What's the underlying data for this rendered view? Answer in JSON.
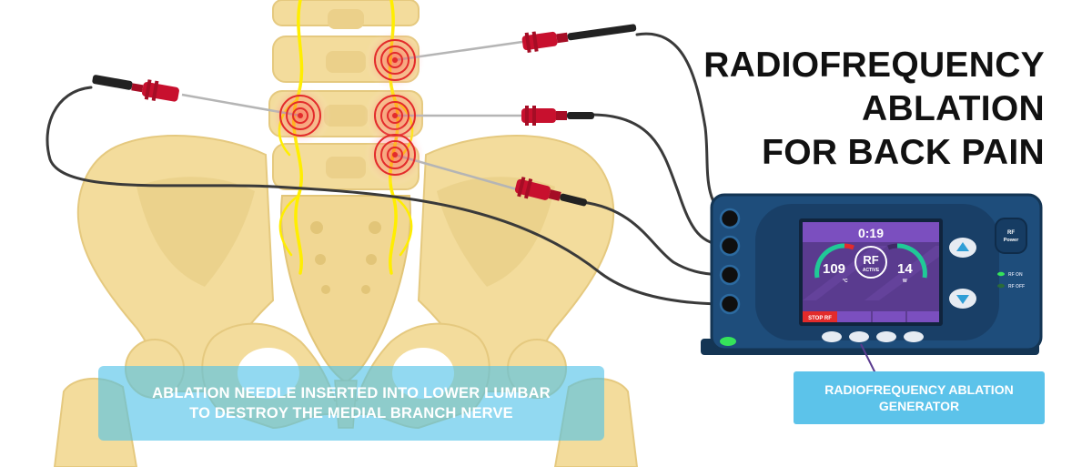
{
  "title": {
    "lines": [
      "RADIOFREQUENCY",
      "ABLATION",
      "FOR BACK PAIN"
    ]
  },
  "captions": {
    "main": [
      "ABLATION NEEDLE INSERTED INTO LOWER LUMBAR",
      "TO DESTROY THE MEDIAL BRANCH NERVE"
    ],
    "generator": [
      "RADIOFREQUENCY ABLATION",
      "GENERATOR"
    ]
  },
  "device": {
    "timer": "0:19",
    "temperature": "109",
    "temperature_unit": "°C",
    "power": "14",
    "power_unit": "W",
    "rf_label": "RF",
    "rf_sub": "ACTIVE",
    "stop_label": "STOP RF",
    "power_button_line1": "RF",
    "power_button_line2": "Power",
    "led_on_label": "RF ON",
    "led_off_label": "RF OFF",
    "up_icon": "triangle-up-icon",
    "down_icon": "triangle-down-icon"
  },
  "colors": {
    "bone": "#f3dc9c",
    "bone_shadow": "#e8cd86",
    "nerve": "#ffee00",
    "device_body": "#1e4d7b",
    "device_face": "#163c63",
    "screen": "#5a3b8f",
    "accent_red": "#e32b2b",
    "caption_blue": "#5cc3ea",
    "green_led": "#35e35a"
  }
}
